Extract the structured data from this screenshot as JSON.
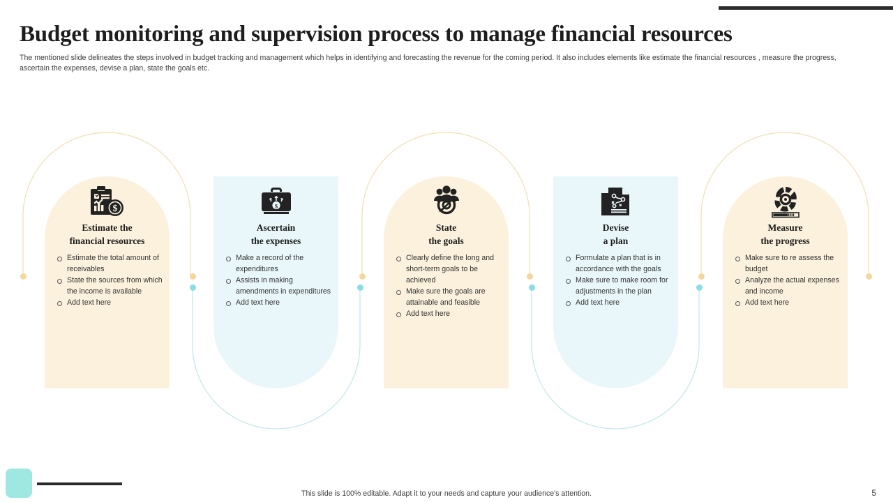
{
  "header": {
    "title": "Budget monitoring and supervision process to manage financial resources",
    "subtitle": "The mentioned slide delineates the steps involved in budget tracking and management which helps in identifying and forecasting the revenue for the coming period. It also includes elements like estimate the financial resources , measure the progress, ascertain the expenses, devise a plan, state the goals etc."
  },
  "colors": {
    "cream_fill": "#FBF1DC",
    "blue_fill": "#E9F7FA",
    "cream_line": "#F3DFB0",
    "blue_line": "#BFE6EC",
    "cream_dot": "#F5D79B",
    "blue_dot": "#8ADDE6",
    "accent_dark": "#2b2b2b",
    "footer_chip": "#9FE8E2"
  },
  "steps": [
    {
      "id": "estimate-financial-resources",
      "icon": "clipboard-chart-dollar-icon",
      "orientation": "up",
      "title": "Estimate the\nfinancial resources",
      "bullets": [
        "Estimate the total amount of receivables",
        "State the sources from which the income is available",
        "Add text here"
      ]
    },
    {
      "id": "ascertain-the-expenses",
      "icon": "briefcase-money-icon",
      "orientation": "down",
      "title": "Ascertain\nthe expenses",
      "bullets": [
        "Make a record of the expenditures",
        "Assists in making amendments in expenditures",
        "Add text here"
      ]
    },
    {
      "id": "state-the-goals",
      "icon": "team-target-icon",
      "orientation": "up",
      "title": "State\nthe goals",
      "bullets": [
        "Clearly define the long and short-term goals to be achieved",
        "Make sure the goals are attainable and feasible",
        "Add text here"
      ]
    },
    {
      "id": "devise-a-plan",
      "icon": "strategy-document-icon",
      "orientation": "down",
      "title": "Devise\na plan",
      "bullets": [
        "Formulate a plan that is in accordance with the goals",
        "Make sure to make room for adjustments in the plan",
        "Add text here"
      ]
    },
    {
      "id": "measure-the-progress",
      "icon": "gear-progress-icon",
      "orientation": "up",
      "title": "Measure\nthe progress",
      "bullets": [
        "Make sure to re assess the budget",
        "Analyze the actual expenses and income",
        "Add text here"
      ]
    }
  ],
  "footer": {
    "note": "This slide is 100% editable. Adapt it to your needs and capture your audience's attention.",
    "page_number": "5"
  }
}
